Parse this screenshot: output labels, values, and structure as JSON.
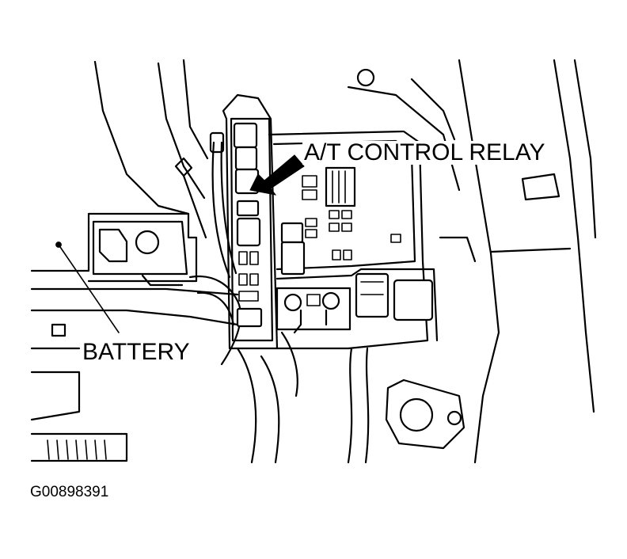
{
  "labels": {
    "relay": "A/T CONTROL RELAY",
    "battery": "BATTERY",
    "figure_id": "G00898391"
  },
  "colors": {
    "line": "#000000",
    "background": "#ffffff"
  }
}
